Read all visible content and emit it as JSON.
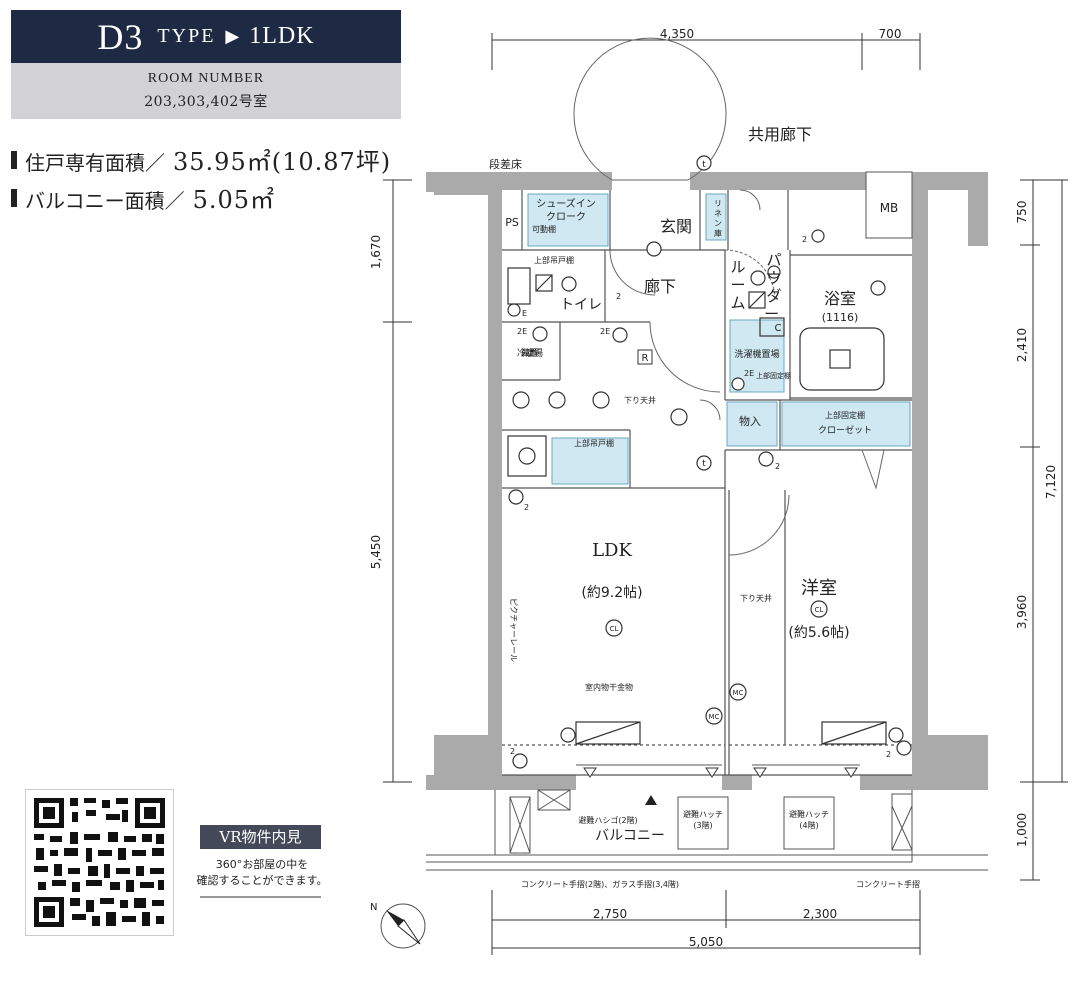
{
  "unit": {
    "code": "D3",
    "type_word": "TYPE",
    "arrow": "▶",
    "plan_type": "1LDK",
    "room_number_label": "ROOM NUMBER",
    "room_numbers": "203,303,402号室"
  },
  "areas": {
    "private_label": "住戸専有面積／",
    "private_value": "35.95㎡(10.87坪)",
    "balcony_label": "バルコニー面積／",
    "balcony_value": "5.05㎡"
  },
  "vr": {
    "badge": "VR物件内見",
    "note_line1": "360°お部屋の中を",
    "note_line2": "確認することができます。"
  },
  "colors": {
    "header_bg": "#1e2a44",
    "room_box_bg": "#d2d2d6",
    "wall": "#aaaaaa",
    "storage_fill": "#cfe8f2"
  },
  "dimensions": {
    "top_left": "4,350",
    "top_right": "700",
    "bottom_left": "2,750",
    "bottom_right": "2,300",
    "bottom_total": "5,050",
    "left_upper": "1,670",
    "left_lower": "5,450",
    "right_a": "750",
    "right_b": "2,410",
    "right_c": "3,960",
    "right_d": "1,000",
    "right_total": "7,120"
  },
  "rooms": {
    "corridor_shared": "共用廊下",
    "step_floor": "段差床",
    "ps": "PS",
    "shoes_in_closet": "シューズイン",
    "shoes_in_closet2": "クローク",
    "movable_shelf": "可動棚",
    "entrance": "玄関",
    "linen": "リネン庫",
    "mb": "MB",
    "upper_cabinet": "上部吊戸棚",
    "toilet": "トイレ",
    "hallway": "廊下",
    "powder_room": "パウダールーム",
    "bath": "浴室",
    "bath_size": "(1116)",
    "fridge_place": "冷蔵庫置場",
    "laundry": "洗濯機置場",
    "upper_fixed": "上部固定棚",
    "lowered_ceiling": "下り天井",
    "storage": "物入",
    "upper_fixed_closet": "上部固定棚",
    "closet": "クローゼット",
    "kitchen_upper": "上部吊戸棚",
    "ldk": "LDK",
    "ldk_size": "(約9.2帖)",
    "picture_rail": "ピクチャーレール",
    "drying_rack": "室内物干金物",
    "western_room": "洋室",
    "western_size": "(約5.6帖)",
    "lowered_ceiling2": "下り天井",
    "balcony": "バルコニー",
    "escape_ladder": "避難ハシゴ(2階)",
    "escape_hatch1": "避難ハッチ",
    "escape_hatch1_floor": "(3階)",
    "escape_hatch2": "避難ハッチ",
    "escape_hatch2_floor": "(4階)",
    "railing_left": "コンクリート手摺(2階)、ガラス手摺(3,4階)",
    "railing_right": "コンクリート手摺",
    "north": "N"
  },
  "symbols": {
    "t": "t",
    "r": "R",
    "c": "C",
    "cl": "CL",
    "mc": "MC",
    "two": "2",
    "two_e": "2E",
    "e": "E"
  }
}
